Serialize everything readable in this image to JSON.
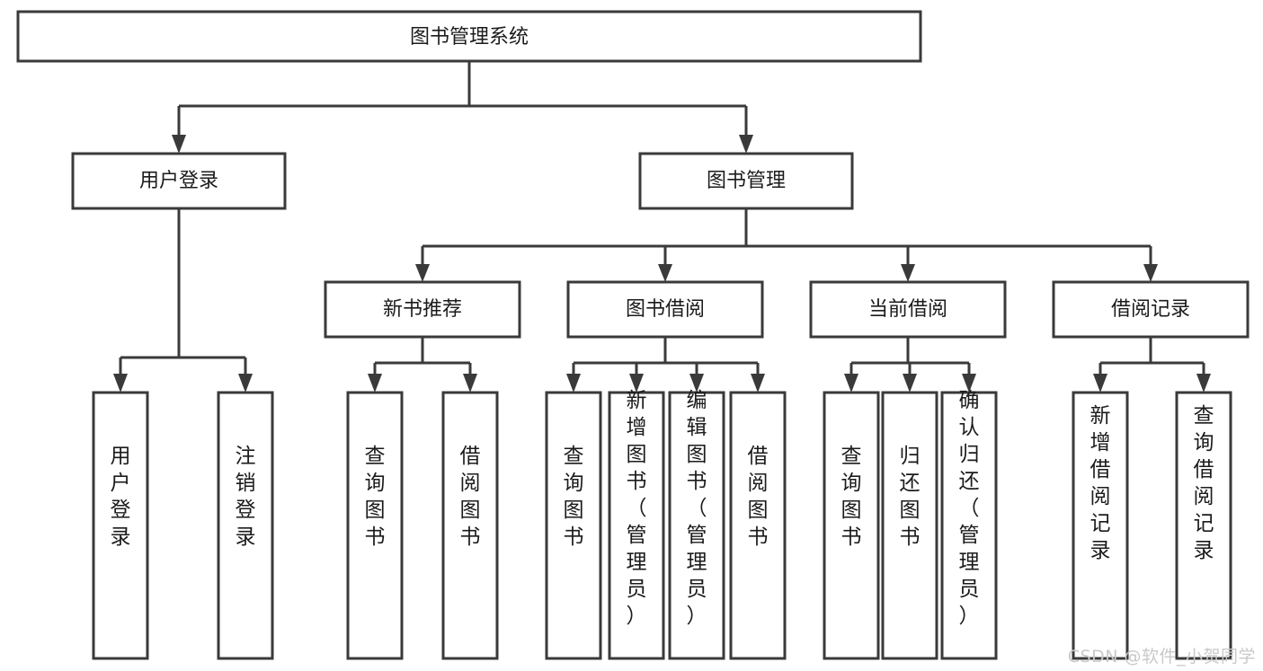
{
  "diagram": {
    "type": "tree-hierarchy-flowchart",
    "title": "图书管理系统",
    "watermark": "CSDN @软件_小贺同学",
    "colors": {
      "background": "#ffffff",
      "stroke": "#3a3a3a",
      "text": "#1b1b1b",
      "watermark": "#c9c9c9"
    },
    "levels": [
      {
        "level": 0,
        "nodes": [
          {
            "id": "root",
            "label": "图书管理系统",
            "orientation": "horizontal"
          }
        ]
      },
      {
        "level": 1,
        "nodes": [
          {
            "id": "login",
            "label": "用户登录",
            "orientation": "horizontal",
            "parent": "root"
          },
          {
            "id": "bookmgmt",
            "label": "图书管理",
            "orientation": "horizontal",
            "parent": "root"
          }
        ]
      },
      {
        "level": 2,
        "nodes": [
          {
            "id": "newbook",
            "label": "新书推荐",
            "orientation": "horizontal",
            "parent": "bookmgmt"
          },
          {
            "id": "borrow",
            "label": "图书借阅",
            "orientation": "horizontal",
            "parent": "bookmgmt"
          },
          {
            "id": "current",
            "label": "当前借阅",
            "orientation": "horizontal",
            "parent": "bookmgmt"
          },
          {
            "id": "records",
            "label": "借阅记录",
            "orientation": "horizontal",
            "parent": "bookmgmt"
          }
        ]
      },
      {
        "level": 3,
        "nodes": [
          {
            "id": "leaf-user-login",
            "label": "用户登录",
            "orientation": "vertical",
            "parent": "login"
          },
          {
            "id": "leaf-user-logout",
            "label": "注销登录",
            "orientation": "vertical",
            "parent": "login"
          },
          {
            "id": "leaf-query-book-1",
            "label": "查询图书",
            "orientation": "vertical",
            "parent": "newbook"
          },
          {
            "id": "leaf-borrow-book-1",
            "label": "借阅图书",
            "orientation": "vertical",
            "parent": "newbook"
          },
          {
            "id": "leaf-query-book-2",
            "label": "查询图书",
            "orientation": "vertical",
            "parent": "borrow"
          },
          {
            "id": "leaf-add-book",
            "label": "新增图书（管理员）",
            "orientation": "vertical",
            "parent": "borrow"
          },
          {
            "id": "leaf-edit-book",
            "label": "编辑图书（管理员）",
            "orientation": "vertical",
            "parent": "borrow"
          },
          {
            "id": "leaf-borrow-book-2",
            "label": "借阅图书",
            "orientation": "vertical",
            "parent": "borrow"
          },
          {
            "id": "leaf-query-book-3",
            "label": "查询图书",
            "orientation": "vertical",
            "parent": "current"
          },
          {
            "id": "leaf-return-book",
            "label": "归还图书",
            "orientation": "vertical",
            "parent": "current"
          },
          {
            "id": "leaf-confirm-return",
            "label": "确认归还（管理员）",
            "orientation": "vertical",
            "parent": "current"
          },
          {
            "id": "leaf-add-record",
            "label": "新增借阅记录",
            "orientation": "vertical",
            "parent": "records"
          },
          {
            "id": "leaf-query-record",
            "label": "查询借阅记录",
            "orientation": "vertical",
            "parent": "records"
          }
        ]
      }
    ]
  }
}
